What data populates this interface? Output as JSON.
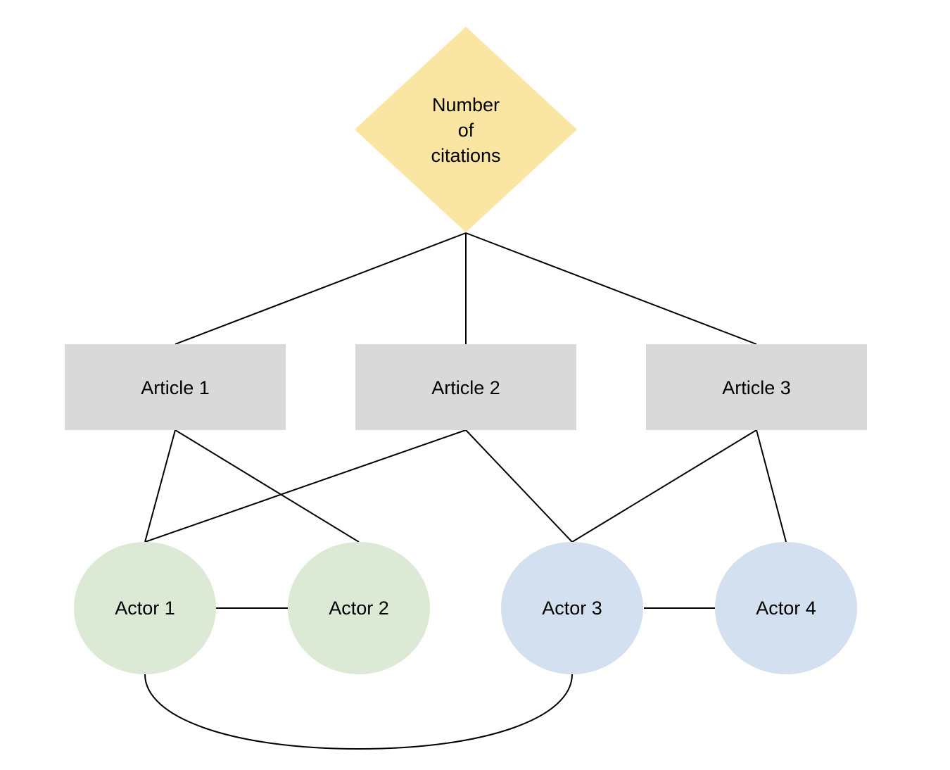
{
  "diagram": {
    "metric": {
      "label_lines": [
        "Number",
        "of",
        "citations"
      ],
      "color": "#fbe5a2"
    },
    "articles": [
      {
        "label": "Article 1"
      },
      {
        "label": "Article 2"
      },
      {
        "label": "Article 3"
      }
    ],
    "actors": [
      {
        "label": "Actor 1",
        "group": "green"
      },
      {
        "label": "Actor 2",
        "group": "green"
      },
      {
        "label": "Actor 3",
        "group": "blue"
      },
      {
        "label": "Actor 4",
        "group": "blue"
      }
    ],
    "colors": {
      "article": "#d9d9d9",
      "green": "#dce9d5",
      "blue": "#d3e0f0",
      "edge": "#000000"
    },
    "edges": [
      {
        "from": "metric",
        "to": "article-1"
      },
      {
        "from": "metric",
        "to": "article-2"
      },
      {
        "from": "metric",
        "to": "article-3"
      },
      {
        "from": "article-1",
        "to": "actor-1"
      },
      {
        "from": "article-1",
        "to": "actor-2"
      },
      {
        "from": "article-2",
        "to": "actor-1"
      },
      {
        "from": "article-2",
        "to": "actor-3"
      },
      {
        "from": "article-3",
        "to": "actor-3"
      },
      {
        "from": "article-3",
        "to": "actor-4"
      },
      {
        "from": "actor-1",
        "to": "actor-2"
      },
      {
        "from": "actor-3",
        "to": "actor-4"
      },
      {
        "from": "actor-1",
        "to": "actor-3",
        "style": "curved"
      }
    ]
  }
}
